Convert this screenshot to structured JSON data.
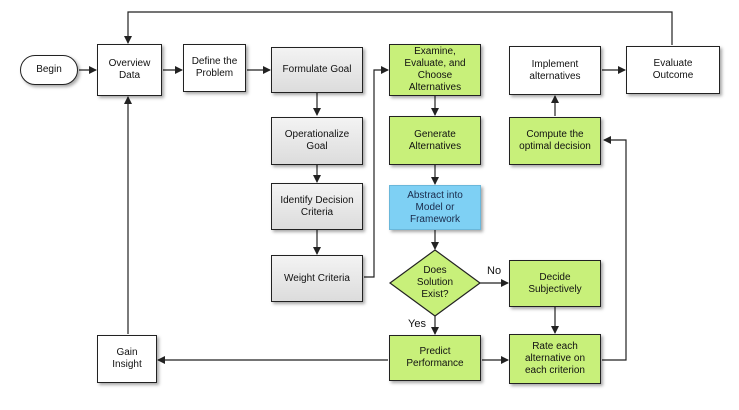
{
  "nodes": {
    "begin": "Begin",
    "overview": "Overview\nData",
    "define": "Define the\nProblem",
    "formulate": "Formulate Goal",
    "operationalize": "Operationalize\nGoal",
    "identify": "Identify Decision\nCriteria",
    "weight": "Weight Criteria",
    "examine": "Examine,\nEvaluate, and\nChoose\nAlternatives",
    "generate": "Generate\nAlternatives",
    "abstract": "Abstract into\nModel or\nFramework",
    "solution": "Does\nSolution\nExist?",
    "predict": "Predict\nPerformance",
    "gain": "Gain\nInsight",
    "decide": "Decide\nSubjectively",
    "rate": "Rate each\nalternative on\neach criterion",
    "compute": "Compute the\noptimal decision",
    "implement": "Implement\nalternatives",
    "evaluate": "Evaluate\nOutcome"
  },
  "edge_labels": {
    "no": "No",
    "yes": "Yes"
  },
  "colors": {
    "green": "#c8f07a",
    "blue": "#7ed0f4",
    "gray": "#dcdcdc",
    "line": "#222222"
  }
}
